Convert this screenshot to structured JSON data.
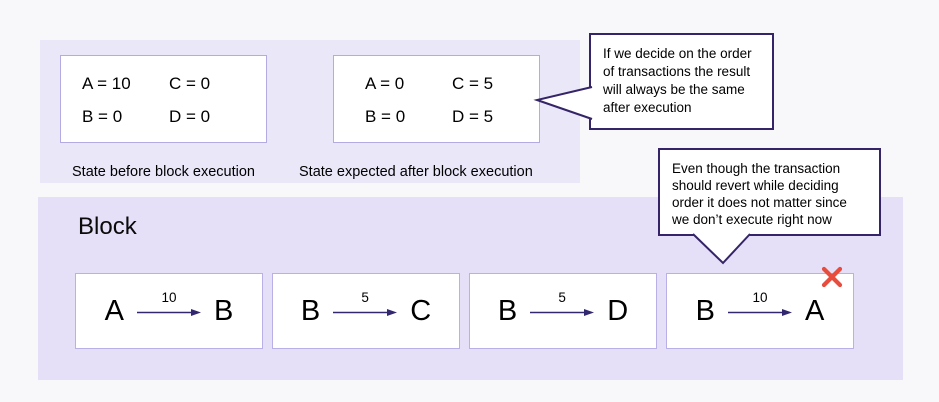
{
  "colors": {
    "page_bg": "#f8f8fb",
    "top_panel_bg": "#eae7f9",
    "bottom_panel_bg": "#e5dff7",
    "box_border": "#b4abe5",
    "bubble_border": "#352467",
    "arrow": "#32286f",
    "x_mark": "#e84c3d",
    "text": "#000000"
  },
  "icons": {
    "rejected_x": "✕",
    "transfer_arrow": "→"
  },
  "states": {
    "before": {
      "cells": [
        "A = 10",
        "C = 0",
        "B = 0",
        "D = 0"
      ],
      "label": "State before block execution"
    },
    "after": {
      "cells": [
        "A = 0",
        "C = 5",
        "B = 0",
        "D = 5"
      ],
      "label": "State expected after block execution"
    }
  },
  "callouts": {
    "order": {
      "lines": [
        "If we decide on the order",
        "of transactions the result",
        "will always be the same",
        "after execution"
      ]
    },
    "revert": {
      "lines": [
        "Even though the transaction",
        "should revert while deciding",
        "order it does not matter since",
        "we don’t execute right now"
      ]
    }
  },
  "block": {
    "title": "Block",
    "transactions": [
      {
        "from": "A",
        "amount": "10",
        "to": "B",
        "rejected": false
      },
      {
        "from": "B",
        "amount": "5",
        "to": "C",
        "rejected": false
      },
      {
        "from": "B",
        "amount": "5",
        "to": "D",
        "rejected": false
      },
      {
        "from": "B",
        "amount": "10",
        "to": "A",
        "rejected": true
      }
    ]
  }
}
